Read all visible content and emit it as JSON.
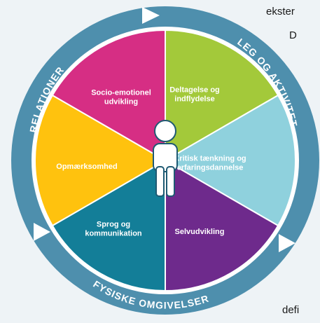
{
  "page_text": {
    "top_fragment": "ekster",
    "top_letter": "D",
    "bottom_fragment": "defi"
  },
  "ring": {
    "color": "#4e8fad",
    "labels": {
      "left": "RELATIONER",
      "right": "LEG OG AKTIVITET",
      "bottom": "FYSISKE OMGIVELSER"
    }
  },
  "segments": [
    {
      "label_lines": [
        "Deltagelse og",
        "indflydelse"
      ],
      "color": "#a3c93a"
    },
    {
      "label_lines": [
        "Kritisk tænkning og",
        "erfaringsdannelse"
      ],
      "color": "#8fd1dd"
    },
    {
      "label_lines": [
        "Selvudvikling"
      ],
      "color": "#6e2a8c"
    },
    {
      "label_lines": [
        "Sprog og",
        "kommunikation"
      ],
      "color": "#137e98"
    },
    {
      "label_lines": [
        "Opmærksomhed"
      ],
      "color": "#ffc20e"
    },
    {
      "label_lines": [
        "Socio-emotionel",
        "udvikling"
      ],
      "color": "#d62e84"
    }
  ],
  "center_icon": "person-icon",
  "arrow_icon": "play-triangle-icon"
}
